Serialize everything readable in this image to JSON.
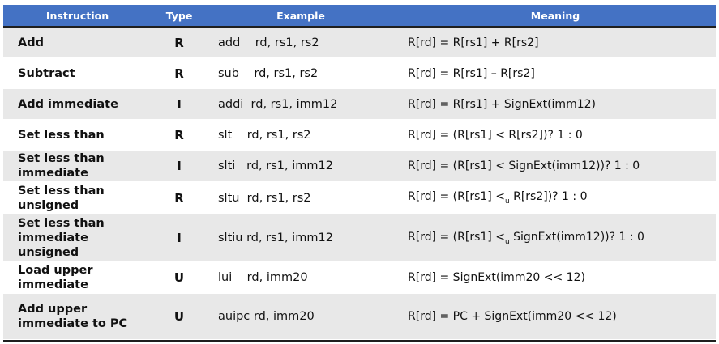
{
  "header": {
    "instruction": "Instruction",
    "type": "Type",
    "example": "Example",
    "meaning": "Meaning"
  },
  "rows": [
    {
      "name": "Add",
      "type": "R",
      "example": "add    rd, rs1, rs2",
      "meaning": "R[rd] = R[rs1] + R[rs2]"
    },
    {
      "name": "Subtract",
      "type": "R",
      "example": "sub    rd, rs1, rs2",
      "meaning": "R[rd] = R[rs1] – R[rs2]"
    },
    {
      "name": "Add immediate",
      "type": "I",
      "example": "addi  rd, rs1, imm12",
      "meaning": "R[rd] = R[rs1] + SignExt(imm12)"
    },
    {
      "name": "Set less than",
      "type": "R",
      "example": "slt    rd, rs1, rs2",
      "meaning": "R[rd] = (R[rs1] < R[rs2])? 1 : 0"
    },
    {
      "name": "Set less than immediate",
      "type": "I",
      "example": "slti   rd, rs1, imm12",
      "meaning": "R[rd] = (R[rs1] < SignExt(imm12))? 1 : 0"
    },
    {
      "name": "Set less than unsigned",
      "type": "R",
      "example": "sltu  rd, rs1, rs2",
      "meaning_pre": "R[rd] = (R[rs1] <",
      "meaning_sub": "u",
      "meaning_post": " R[rs2])? 1 : 0"
    },
    {
      "name": "Set less than immediate unsigned",
      "type": "I",
      "example": "sltiu rd, rs1, imm12",
      "meaning_pre": "R[rd] = (R[rs1] <",
      "meaning_sub": "u",
      "meaning_post": " SignExt(imm12))? 1 : 0"
    },
    {
      "name": "Load upper immediate",
      "type": "U",
      "example": "lui    rd, imm20",
      "meaning": "R[rd] = SignExt(imm20 << 12)"
    },
    {
      "name": "Add upper immediate to PC",
      "type": "U",
      "example": "auipc rd, imm20",
      "meaning": "R[rd] = PC + SignExt(imm20 << 12)"
    }
  ]
}
